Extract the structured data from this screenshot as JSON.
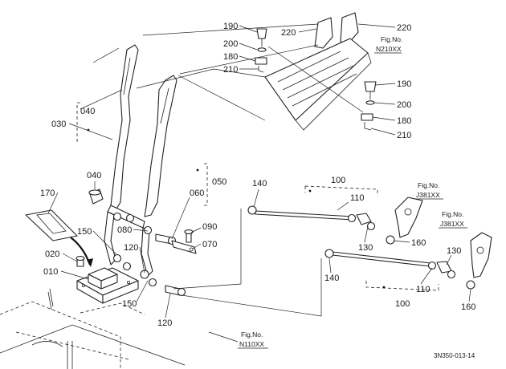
{
  "diagram": {
    "callouts": {
      "p010": "010",
      "p020": "020",
      "p030": "030",
      "p040_top": "040",
      "p040_mid": "040",
      "p050": "050",
      "p060": "060",
      "p070": "070",
      "p080": "080",
      "p090": "090",
      "p100_upper": "100",
      "p100_lower": "100",
      "p110_upper": "110",
      "p110_lower": "110",
      "p120_a": "120",
      "p120_b": "120",
      "p130_upper": "130",
      "p130_lower": "130",
      "p140_upper": "140",
      "p140_lower": "140",
      "p150_a": "150",
      "p150_b": "150",
      "p160_upper": "160",
      "p160_lower": "160",
      "p170": "170",
      "p180_left": "180",
      "p180_right": "180",
      "p190_left": "190",
      "p190_right": "190",
      "p200_left": "200",
      "p200_right": "200",
      "p210_left": "210",
      "p210_right": "210",
      "p220_left": "220",
      "p220_right": "220"
    },
    "figure_refs": {
      "n210": {
        "line1": "Fig.No.",
        "line2": "N210XX"
      },
      "j381_a": {
        "line1": "Fig.No.",
        "line2": "J381XX"
      },
      "j381_b": {
        "line1": "Fig.No.",
        "line2": "J381XX"
      },
      "n110": {
        "line1": "Fig.No.",
        "line2": "N110XX"
      }
    },
    "drawing_code": "3N350-013-14"
  }
}
